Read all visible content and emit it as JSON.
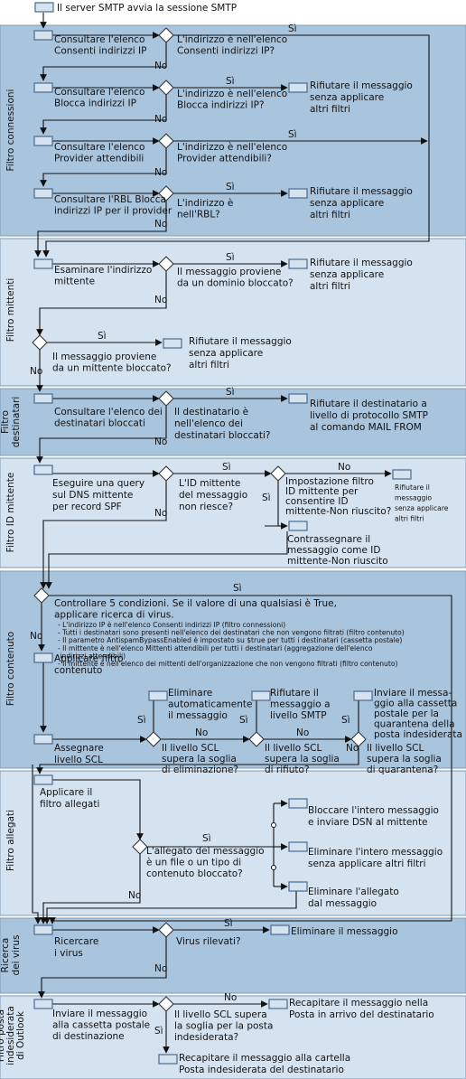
{
  "colors": {
    "band_dark": "#a9c4dd",
    "band_light": "#d5e3f1",
    "box_fill": "#d5e3f1",
    "box_stroke": "#4a6a8a",
    "line": "#111111",
    "text": "#111111"
  },
  "start": {
    "label": "Il server SMTP avvia la sessione SMTP"
  },
  "yes": "Sì",
  "no": "No",
  "sections": {
    "connessioni": "Filtro connessioni",
    "mittenti": "Filtro mittenti",
    "destinatari": [
      "Filtro",
      "destinatari"
    ],
    "id_mittente": "Filtro ID mittente",
    "contenuto": "Filtro contenuto",
    "allegati": "Filtro allegati",
    "virus": [
      "Ricerca",
      "dei virus"
    ],
    "outlook": [
      "Filtro posta",
      "indesiderata",
      "di Outlook"
    ]
  },
  "conn": {
    "a1": [
      "Consultare l'elenco",
      "Consenti indirizzi IP"
    ],
    "q1": [
      "L'indirizzo è nell'elenco",
      "Consenti indirizzi IP?"
    ],
    "a2": [
      "Consultare l'elenco",
      "Blocca indirizzi IP"
    ],
    "q2": [
      "L'indirizzo è nell'elenco",
      "Blocca indirizzi IP?"
    ],
    "r2": [
      "Rifiutare il messaggio",
      "senza applicare",
      "altri filtri"
    ],
    "a3": [
      "Consultare l'elenco",
      "Provider attendibili"
    ],
    "q3": [
      "L'indirizzo è nell'elenco",
      "Provider attendibili?"
    ],
    "a4": [
      "Consultare l'RBL Blocca",
      "indirizzi IP per il provider"
    ],
    "q4": [
      "L'indirizzo è",
      "nell'RBL?"
    ],
    "r4": [
      "Rifiutare il messaggio",
      "senza applicare",
      "altri filtri"
    ]
  },
  "mitt": {
    "a1": [
      "Esaminare l'indirizzo",
      "mittente"
    ],
    "q1": [
      "Il messaggio proviene",
      "da un dominio bloccato?"
    ],
    "r1": [
      "Rifiutare il messaggio",
      "senza applicare",
      "altri filtri"
    ],
    "q2": [
      "Il messaggio proviene",
      "da un mittente bloccato?"
    ],
    "r2": [
      "Rifiutare il messaggio",
      "senza applicare",
      "altri filtri"
    ]
  },
  "dest": {
    "a1": [
      "Consultare l'elenco dei",
      "destinatari bloccati"
    ],
    "q1": [
      "Il destinatario è",
      "nell'elenco dei",
      "destinatari bloccati?"
    ],
    "r1": [
      "Rifiutare il destinatario a",
      "livello di protocollo SMTP",
      "al comando MAIL FROM"
    ]
  },
  "sid": {
    "a1": [
      "Eseguire una query",
      "sul DNS mittente",
      "per record SPF"
    ],
    "q1": [
      "L'ID mittente",
      "del messaggio",
      "non riesce?"
    ],
    "q2": [
      "Impostazione filtro",
      "ID mittente per",
      "consentire ID",
      "mittente-Non riuscito?"
    ],
    "r2": [
      "Rifiutare il",
      "messaggio",
      "senza applicare",
      "altri filtri"
    ],
    "a2": [
      "Contrassegnare il",
      "messaggio come ID",
      "mittente-Non riuscito"
    ]
  },
  "cont": {
    "q1_title": [
      "Controllare 5 condizioni. Se il valore di una qualsiasi è True,",
      "applicare ricerca di virus."
    ],
    "q1_items": [
      "-  L'indirizzo IP è nell'elenco Consenti indirizzi IP (filtro connessioni)",
      "-  Tutti i destinatari sono presenti nell'elenco dei destinatari che non vengono filtrati (filtro contenuto)",
      "-  Il parametro AntispamBypassEnabled è impostato su $true per tutti i destinatari (cassetta postale)",
      "-  Il mittente è nell'elenco Mittenti attendibili per tutti i destinatari (aggregazione dell'elenco",
      "    indirizzi attendibili)",
      "-  Il mittente è nell'elenco dei mittenti dell'organizzazione che non vengono filtrati (filtro contenuto)"
    ],
    "a1": [
      "Applicare filtro",
      "contenuto"
    ],
    "a2": [
      "Assegnare",
      "livello SCL"
    ],
    "q2": [
      "Il livello SCL",
      "supera la soglia",
      "di eliminazione?"
    ],
    "r2": [
      "Eliminare",
      "automaticamente",
      "il messaggio"
    ],
    "q3": [
      "Il livello SCL",
      "supera la soglia",
      "di rifiuto?"
    ],
    "r3": [
      "Rifiutare il",
      "messaggio a",
      "livello SMTP"
    ],
    "q4": [
      "Il livello SCL",
      "supera la soglia",
      "di quarantena?"
    ],
    "r4": [
      "Inviare il messa-",
      "ggio alla cassetta",
      "postale per la",
      "quarantena della",
      "posta indesiderata"
    ]
  },
  "all": {
    "a1": [
      "Applicare il",
      "filtro allegati"
    ],
    "q1": [
      "L'allegato del messaggio",
      "è un file o un tipo di",
      "contenuto bloccato?"
    ],
    "o1": [
      "Bloccare l'intero messaggio",
      "e inviare DSN al mittente"
    ],
    "o2": [
      "Eliminare l'intero messaggio",
      "senza applicare altri filtri"
    ],
    "o3": [
      "Eliminare l'allegato",
      "dal messaggio"
    ]
  },
  "vir": {
    "a1": [
      "Ricercare",
      "i virus"
    ],
    "q1": "Virus rilevati?",
    "r1": "Eliminare il messaggio"
  },
  "out": {
    "a1": [
      "Inviare il messaggio",
      "alla cassetta postale",
      "di destinazione"
    ],
    "q1": [
      "Il livello SCL supera",
      "la soglia per la posta",
      "indesiderata?"
    ],
    "r1": [
      "Recapitare il messaggio nella",
      "Posta in arrivo del destinatario"
    ],
    "r2": [
      "Recapitare il messaggio alla cartella",
      "Posta indesiderata del destinatario"
    ]
  }
}
